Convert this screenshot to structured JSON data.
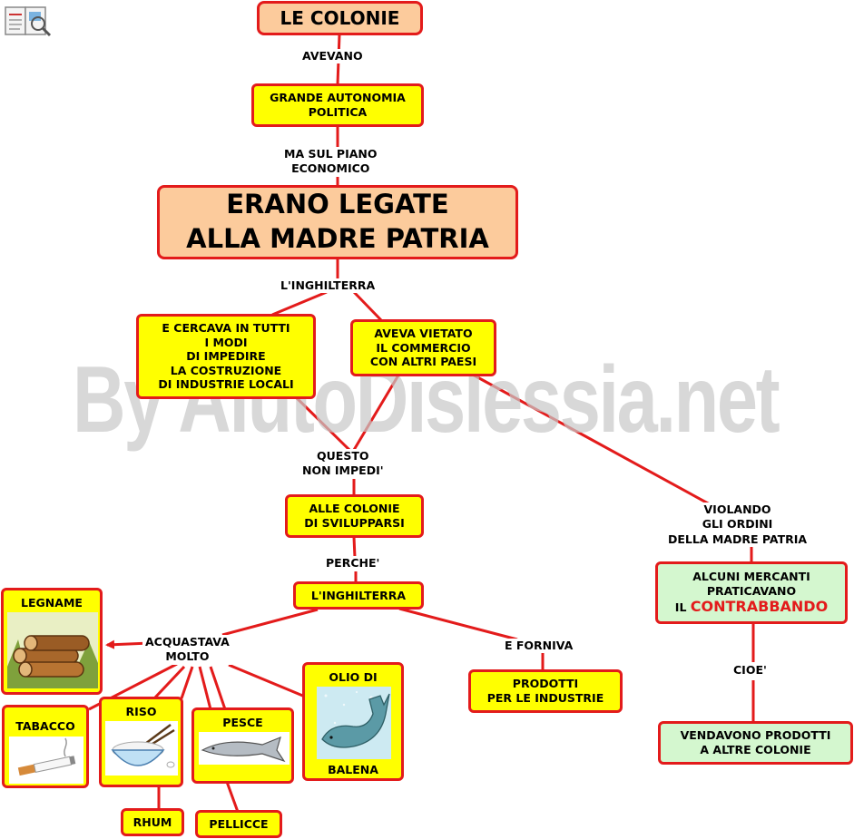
{
  "nodes": {
    "colonie": "LE COLONIE",
    "autonomia": "GRANDE AUTONOMIA\nPOLITICA",
    "legate": "ERANO LEGATE\nALLA MADRE PATRIA",
    "cercava": "E CERCAVA IN TUTTI\nI MODI\nDI IMPEDIRE\nLA COSTRUZIONE\nDI INDUSTRIE LOCALI",
    "vietato": "AVEVA VIETATO\nIL COMMERCIO\nCON ALTRI PAESI",
    "svilupparsi": "ALLE COLONIE\nDI SVILUPPARSI",
    "inghilterra2": "L'INGHILTERRA",
    "mercanti_1": "ALCUNI MERCANTI\nPRATICAVANO",
    "mercanti_il": "IL",
    "mercanti_contrabbando": "CONTRABBANDO",
    "vendavono": "VENDAVONO  PRODOTTI\nA ALTRE COLONIE",
    "prodotti": "PRODOTTI\nPER LE INDUSTRIE",
    "rhum": "RHUM",
    "pellicce": "PELLICCE"
  },
  "pictures": {
    "legname": "LEGNAME",
    "tabacco": "TABACCO",
    "riso": "RISO",
    "pesce": "PESCE",
    "olio_top": "OLIO DI",
    "olio_bottom": "BALENA"
  },
  "labels": {
    "avevano": "AVEVANO",
    "piano": "MA SUL PIANO\nECONOMICO",
    "inghilterra1": "L'INGHILTERRA",
    "questo": "QUESTO\nNON IMPEDI'",
    "violando": "VIOLANDO\nGLI ORDINI\nDELLA MADRE PATRIA",
    "perche": "PERCHE'",
    "acquastava": "ACQUASTAVA\nMOLTO",
    "forniva": "E FORNIVA",
    "cioe": "CIOE'"
  },
  "watermark": "By AiutoDislessia.net",
  "colors": {
    "accent": "#e31b1b",
    "node": "#ffff00",
    "title": "#fccb9c",
    "green": "#d4f7cf"
  }
}
